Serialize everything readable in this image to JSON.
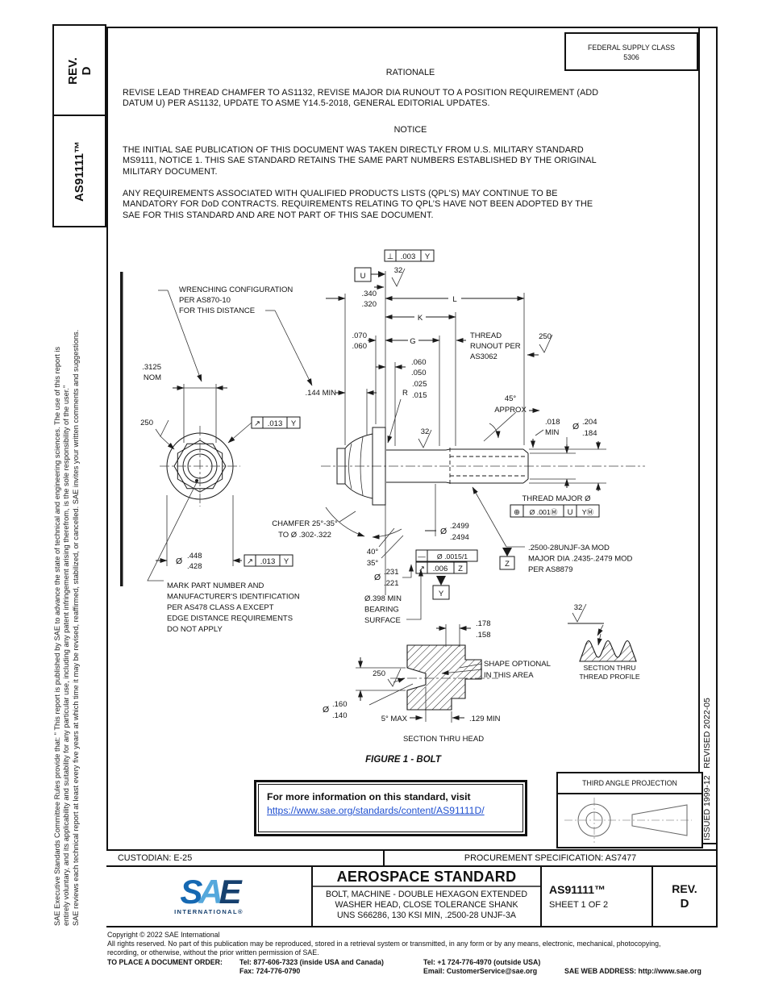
{
  "colors": {
    "link": "#2050d0",
    "logo_s": "#1568b2",
    "logo_a": "#55a8dc",
    "logo_e": "#16406e",
    "line": "#111111"
  },
  "left_rail": {
    "committee_lines": [
      "SAE Executive Standards Committee Rules provide that: \" This report is published by SAE to advance the state of technical and engineering sciences. The use of this report is",
      "entirely voluntary, and its applicability and suitability for any particular use, including any patent infringement arising therefrom, is the sole responsibility of the user.\""
    ],
    "review_note": "SAE reviews each technical report at least every five years at which time it may be revised, reaffirmed, stabilized, or cancelled. SAE invites your written comments and suggestions.",
    "rev_label": "REV.",
    "rev_value": "D",
    "doc_number": "AS91111™"
  },
  "right_rail": {
    "issued_revised": "ISSUED 1999-12   REVISED 2022-05"
  },
  "header": {
    "fsc_label": "FEDERAL SUPPLY CLASS",
    "fsc_value": "5306",
    "rationale_title": "RATIONALE",
    "rationale_lines": [
      "REVISE LEAD THREAD CHAMFER TO AS1132, REVISE MAJOR DIA RUNOUT TO A POSITION REQUIREMENT (ADD",
      "DATUM U) PER AS1132, UPDATE TO ASME Y14.5-2018, GENERAL EDITORIAL UPDATES."
    ],
    "notice_title": "NOTICE",
    "notice1_lines": [
      "THE INITIAL SAE PUBLICATION OF THIS DOCUMENT WAS TAKEN DIRECTLY FROM U.S. MILITARY STANDARD",
      "MS9111, NOTICE 1. THIS SAE STANDARD RETAINS THE SAME PART NUMBERS ESTABLISHED BY THE ORIGINAL",
      "MILITARY DOCUMENT."
    ],
    "notice2_lines": [
      "ANY REQUIREMENTS ASSOCIATED WITH QUALIFIED PRODUCTS LISTS (QPL'S) MAY CONTINUE TO BE",
      "MANDATORY FOR DoD CONTRACTS. REQUIREMENTS RELATING TO QPL’S HAVE NOT BEEN ADOPTED BY THE",
      "SAE FOR THIS STANDARD AND ARE NOT PART OF THIS SAE DOCUMENT."
    ]
  },
  "fig": {
    "wrench1": "WRENCHING CONFIGURATION",
    "wrench2": "PER AS870-10",
    "wrench3": "FOR THIS DISTANCE",
    "d3125": ".3125",
    "nom": "NOM",
    "f250": "250",
    "f32": "32",
    "runout_sym": "↗",
    "d013": ".013",
    "dy": "Y",
    "dz": "Z",
    "du": "U",
    "dia": "Ø",
    "d448": ".448",
    "d428": ".428",
    "mark1": "MARK PART NUMBER AND",
    "mark2": "MANUFACTURER'S IDENTIFICATION",
    "mark3": "PER AS478 CLASS A EXCEPT",
    "mark4": "EDGE DISTANCE REQUIREMENTS",
    "mark5": "DO NOT APPLY",
    "cham1": "CHAMFER 25°-35°",
    "cham2": "TO Ø .302-.322",
    "a40": "40°",
    "a35": "35°",
    "d231": ".231",
    "d221": ".221",
    "bear1": "Ø.398 MIN",
    "bear2": "BEARING",
    "bear3": "SURFACE",
    "d340": ".340",
    "d320": ".320",
    "d070": ".070",
    "d060": ".060",
    "d050": ".050",
    "d144": ".144 MIN",
    "rr": "R",
    "d025": ".025",
    "d015": ".015",
    "L": "L",
    "K": "K",
    "G": "G",
    "perp": "⊥",
    "d003": ".003",
    "tr1": "THREAD",
    "tr2": "RUNOUT PER",
    "tr3": "AS3062",
    "a45": "45°",
    "approx": "APPROX",
    "d018": ".018",
    "min": "MIN",
    "d204": ".204",
    "d184": ".184",
    "tmaj": "THREAD MAJOR Ø",
    "pos": "⊕",
    "d001": "Ø .001Ⓜ",
    "ym": "YⓂ",
    "d2499": ".2499",
    "d2494": ".2494",
    "straight": "—",
    "d0015": "Ø .0015/1",
    "d006": ".006",
    "spec1": ".2500-28UNJF-3A MOD",
    "spec2": "MAJOR DIA .2435-.2479 MOD",
    "spec3": "PER AS8879",
    "d178": ".178",
    "d158": ".158",
    "d160": ".160",
    "d140": ".140",
    "max5": "5° MAX",
    "d129": ".129 MIN",
    "shape1": "SHAPE OPTIONAL",
    "shape2": "IN THIS AREA",
    "sec_head": "SECTION THRU HEAD",
    "sec_thr1": "SECTION THRU",
    "sec_thr2": "THREAD PROFILE",
    "caption": "FIGURE 1 - BOLT"
  },
  "info_box": {
    "line1": "For more information on this standard, visit",
    "link": "https://www.sae.org/standards/content/AS91111D/"
  },
  "projection": {
    "title": "THIRD ANGLE PROJECTION"
  },
  "custodian_row": {
    "custodian": "CUSTODIAN: E-25",
    "procurement": "PROCUREMENT SPECIFICATION: AS7477"
  },
  "title_block": {
    "logo_s": "S",
    "logo_a": "A",
    "logo_e": "E",
    "logo_sub": "INTERNATIONAL®",
    "standard_type": "AEROSPACE STANDARD",
    "title_lines": [
      "BOLT, MACHINE - DOUBLE HEXAGON EXTENDED",
      "WASHER HEAD, CLOSE TOLERANCE SHANK",
      "UNS S66286, 130 KSI MIN, .2500-28 UNJF-3A"
    ],
    "doc_number": "AS91111™",
    "sheet": "SHEET 1 OF 2",
    "rev_label": "REV.",
    "rev_value": "D"
  },
  "footer": {
    "copyright": "Copyright © 2022 SAE International",
    "rights_lines": [
      "All rights reserved. No part of this publication may be reproduced, stored in a retrieval system or transmitted, in any form or by any means, electronic, mechanical, photocopying,",
      "recording, or otherwise, without the prior written permission of SAE."
    ],
    "order_label": "TO PLACE A DOCUMENT ORDER:",
    "tel_inside": "Tel: 877-606-7323 (inside USA and Canada)",
    "tel_outside": "Tel: +1 724-776-4970 (outside USA)",
    "fax": "Fax: 724-776-0790",
    "email": "Email: CustomerService@sae.org",
    "web": "SAE WEB ADDRESS: http://www.sae.org"
  }
}
